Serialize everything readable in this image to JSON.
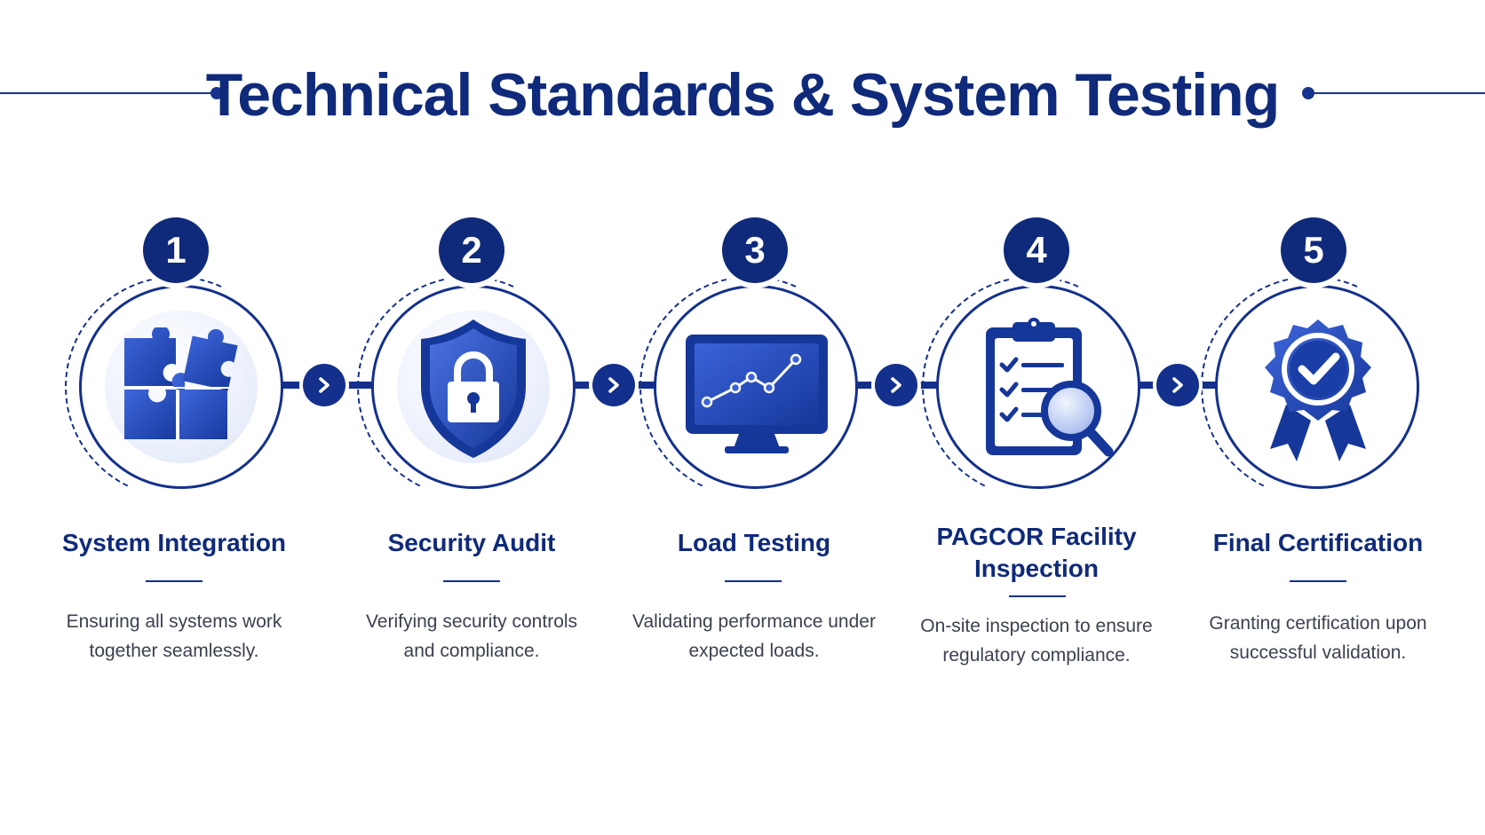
{
  "header": {
    "title": "Technical Standards & System Testing"
  },
  "colors": {
    "primary": "#0f2a7a",
    "accent": "#2f55d4",
    "light": "#dce5f8",
    "text": "#3c4150",
    "background": "#ffffff"
  },
  "steps": [
    {
      "number": "1",
      "icon": "puzzle-icon",
      "title": "System Integration",
      "description_lines": [
        "Ensuring all systems work",
        "together seamlessly."
      ]
    },
    {
      "number": "2",
      "icon": "shield-lock-icon",
      "title": "Security Audit",
      "description_lines": [
        "Verifying security controls",
        "and compliance."
      ]
    },
    {
      "number": "3",
      "icon": "monitor-chart-icon",
      "title": "Load Testing",
      "description_lines": [
        "Validating performance under",
        "expected loads."
      ]
    },
    {
      "number": "4",
      "icon": "clipboard-magnifier-icon",
      "title_lines": [
        "PAGCOR Facility",
        "Inspection"
      ],
      "description_lines": [
        "On-site inspection to ensure",
        "regulatory compliance."
      ]
    },
    {
      "number": "5",
      "icon": "award-badge-icon",
      "title": "Final Certification",
      "description_lines": [
        "Granting certification upon",
        "successful validation."
      ]
    }
  ],
  "connectors": [
    {
      "icon": "chevron-right-icon"
    },
    {
      "icon": "chevron-right-icon"
    },
    {
      "icon": "chevron-right-icon"
    },
    {
      "icon": "chevron-right-icon"
    }
  ]
}
